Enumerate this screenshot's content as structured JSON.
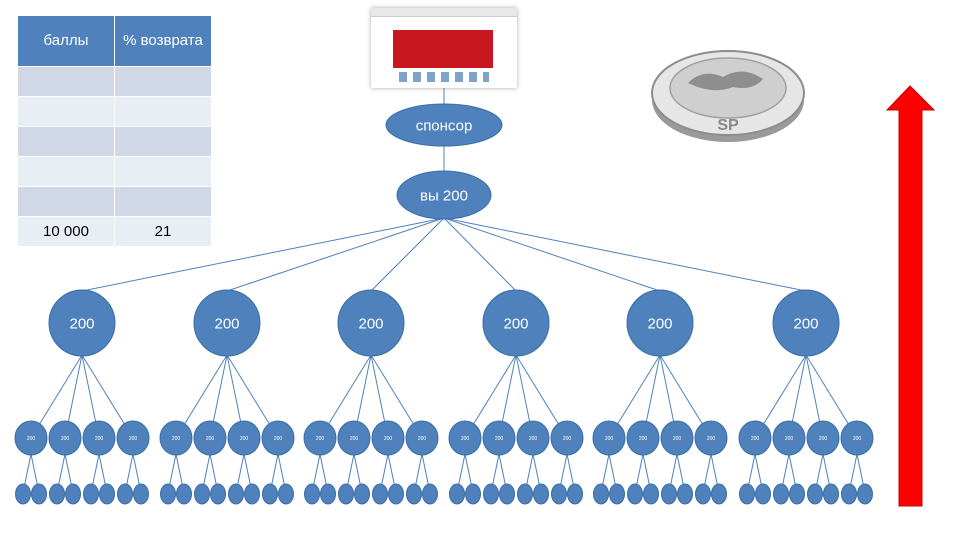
{
  "table": {
    "header": [
      "баллы",
      "% возврата"
    ],
    "rows": [
      [
        "",
        ""
      ],
      [
        "",
        ""
      ],
      [
        "",
        ""
      ],
      [
        "",
        ""
      ],
      [
        "",
        ""
      ],
      [
        "10 000",
        "21"
      ]
    ]
  },
  "logo": {
    "text": "SP"
  },
  "tree": {
    "sponsor": "спонсор",
    "you": "вы 200",
    "level1": [
      "200",
      "200",
      "200",
      "200",
      "200",
      "200"
    ],
    "level2_label": "200"
  },
  "colors": {
    "node_fill": "#4f81bd",
    "node_stroke": "#3a6ea5",
    "line": "#4f81bd",
    "arrow": "#ff0000",
    "arrow_stroke": "#c00000"
  }
}
